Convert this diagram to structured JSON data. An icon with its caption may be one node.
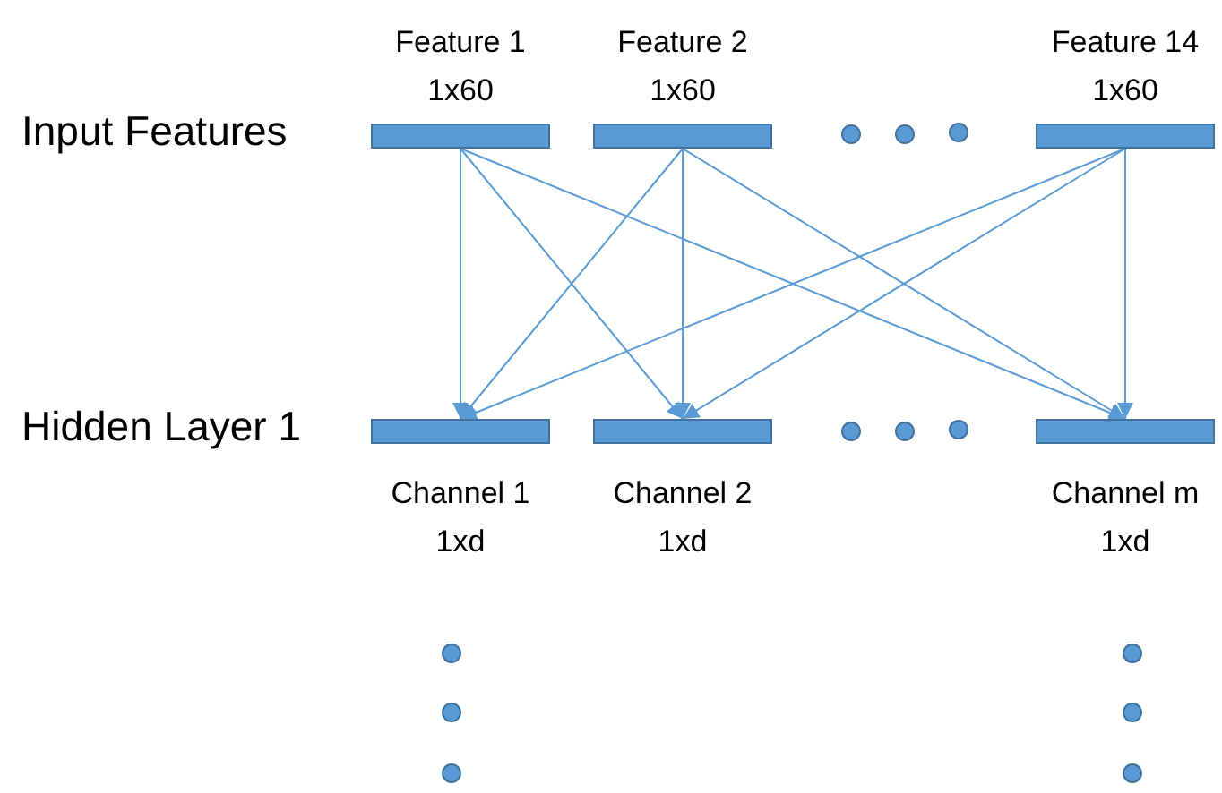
{
  "diagram": {
    "nodes": [
      {
        "text": [
          "Feature 1 1x60"
        ]
      },
      {
        "text": [
          "Feature 2 1x60"
        ]
      },
      {
        "text": [
          "Feature 14 1x60"
        ]
      },
      {
        "text": [
          "Channel 1 1xd"
        ]
      },
      {
        "text": [
          "Channel 2 1xd"
        ]
      },
      {
        "text": [
          "Channel m 1xd"
        ]
      }
    ],
    "edges": [
      {
        "from": 0,
        "to": 3,
        "arrow": "to"
      },
      {
        "from": 0,
        "to": 4,
        "arrow": "to"
      },
      {
        "from": 0,
        "to": 5,
        "arrow": "to"
      },
      {
        "from": 1,
        "to": 3,
        "arrow": "to"
      },
      {
        "from": 1,
        "to": 4,
        "arrow": "to"
      },
      {
        "from": 1,
        "to": 5,
        "arrow": "to"
      },
      {
        "from": 2,
        "to": 3,
        "arrow": "to"
      },
      {
        "from": 2,
        "to": 4,
        "arrow": "to"
      },
      {
        "from": 2,
        "to": 5,
        "arrow": "to"
      }
    ],
    "labels": [
      "Input Features",
      "Hidden Layer 1"
    ]
  }
}
